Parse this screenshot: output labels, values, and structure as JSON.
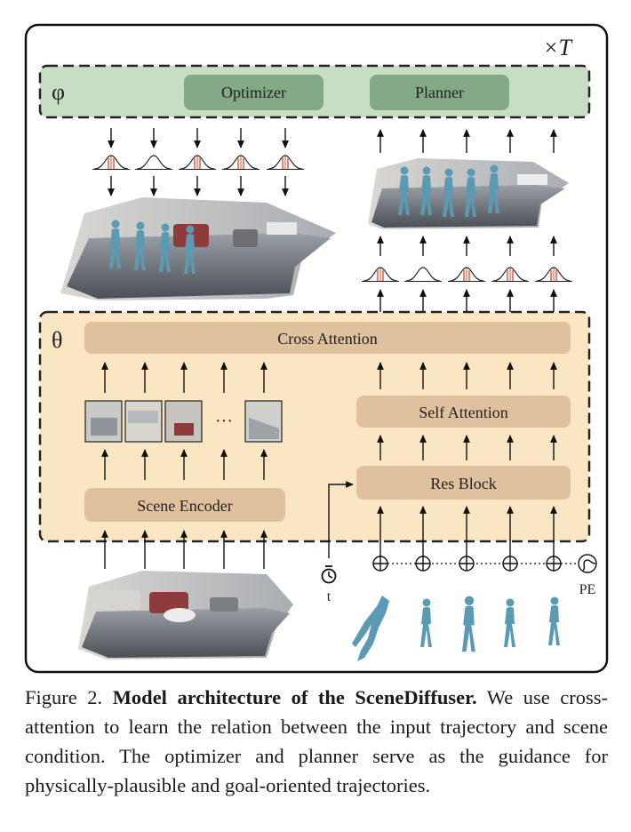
{
  "loop_label": "×T",
  "phi_symbol": "φ",
  "theta_symbol": "θ",
  "modules": {
    "optimizer": "Optimizer",
    "planner": "Planner",
    "cross_attention": "Cross Attention",
    "self_attention": "Self Attention",
    "res_block": "Res Block",
    "scene_encoder": "Scene Encoder"
  },
  "ellipsis": "···",
  "timestep_label": "t",
  "pe_label": "PE",
  "icons": [
    "gaussian-icon",
    "stopwatch-icon",
    "plus-circle-icon",
    "sine-icon",
    "scene-image",
    "human-pose-image"
  ],
  "colors": {
    "phi_fill": "#c7dec4",
    "phi_button": "#83a986",
    "theta_fill": "#fbe6c4",
    "module_fill": "#dfc19d",
    "human": "#5b9ab5"
  },
  "caption": {
    "prefix": "Figure 2. ",
    "bold": "Model architecture of the SceneDiffuser.",
    "body": " We use cross-attention to learn the relation between the input trajectory and scene condition. The optimizer and planner serve as the guidance for physically-plausible and goal-oriented trajectories."
  }
}
